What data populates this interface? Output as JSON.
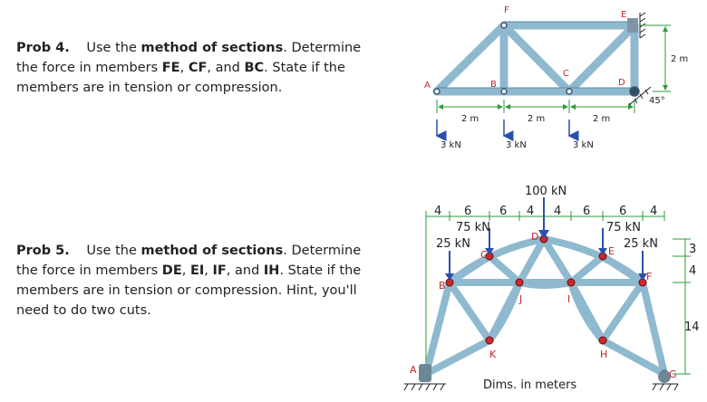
{
  "problems": [
    {
      "number": "Prob 4.",
      "text": {
        "pre": "Use the",
        "method": "method of sections",
        "mid": ". Determine the force in members",
        "m1": "FE",
        "sep1": ",",
        "m2": "CF",
        "sep2": ", and",
        "m3": "BC",
        "post": ". State if the members are in tension or compression."
      }
    },
    {
      "number": "Prob 5.",
      "text": {
        "pre": "Use the",
        "method": "method of sections",
        "mid": ". Determine the force in members",
        "m1": "DE",
        "sep1": ",",
        "m2": "EI",
        "sep2": ",",
        "m3": "IF",
        "sep3": ", and",
        "m4": "IH",
        "post": ". State if the members are in tension or compression. Hint, you'll need to do two cuts."
      }
    }
  ],
  "truss1": {
    "joint_labels": {
      "A": "A",
      "B": "B",
      "C": "C",
      "D": "D",
      "E": "E",
      "F": "F"
    },
    "spans": [
      "2 m",
      "2 m",
      "2 m"
    ],
    "height": "2 m",
    "angle": "45°",
    "loads": [
      "3 kN",
      "3 kN",
      "3 kN"
    ]
  },
  "truss2": {
    "joint_labels": {
      "A": "A",
      "B": "B",
      "C": "C",
      "D": "D",
      "E": "E",
      "F": "F",
      "G": "G",
      "H": "H",
      "I": "I",
      "J": "J",
      "K": "K"
    },
    "top_dims": [
      "4",
      "6",
      "6",
      "4",
      "4",
      "6",
      "6",
      "4"
    ],
    "right_dims": [
      "3",
      "4",
      "14"
    ],
    "load_top": "100 kN",
    "load_left_75": "75 kN",
    "load_left_25": "25 kN",
    "load_right_75": "75 kN",
    "load_right_25": "25 kN",
    "units_note": "Dims. in meters"
  }
}
